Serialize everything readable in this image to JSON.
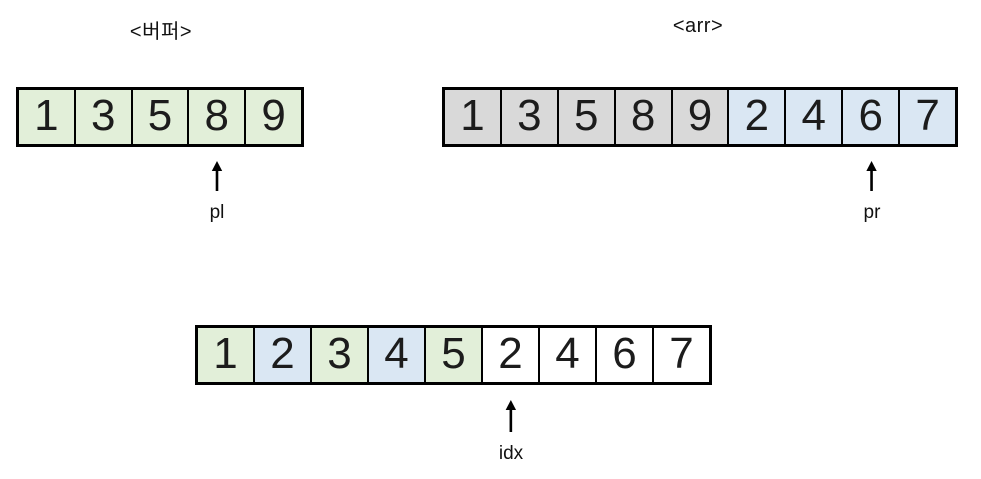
{
  "diagram": {
    "description_labels": {
      "buffer_title": "<버퍼>",
      "arr_title": "<arr>"
    },
    "colors": {
      "green": "#e2efd9",
      "blue": "#dae7f3",
      "gray": "#d9d9d9",
      "white": "#ffffff",
      "border": "#000000",
      "text": "#1c1c1c"
    },
    "arrays": {
      "buffer": {
        "title": "<버퍼>",
        "cells": [
          {
            "value": "1",
            "color": "green"
          },
          {
            "value": "3",
            "color": "green"
          },
          {
            "value": "5",
            "color": "green"
          },
          {
            "value": "8",
            "color": "green"
          },
          {
            "value": "9",
            "color": "green"
          }
        ],
        "pointer": {
          "label": "pl",
          "cell_index": 3,
          "points_at_value": "8"
        }
      },
      "arr": {
        "title": "<arr>",
        "cells": [
          {
            "value": "1",
            "color": "gray"
          },
          {
            "value": "3",
            "color": "gray"
          },
          {
            "value": "5",
            "color": "gray"
          },
          {
            "value": "8",
            "color": "gray"
          },
          {
            "value": "9",
            "color": "gray"
          },
          {
            "value": "2",
            "color": "blue"
          },
          {
            "value": "4",
            "color": "blue"
          },
          {
            "value": "6",
            "color": "blue"
          },
          {
            "value": "7",
            "color": "blue"
          }
        ],
        "pointer": {
          "label": "pr",
          "cell_index": 7,
          "points_at_value": "6"
        }
      },
      "merged": {
        "cells": [
          {
            "value": "1",
            "color": "green"
          },
          {
            "value": "2",
            "color": "blue"
          },
          {
            "value": "3",
            "color": "green"
          },
          {
            "value": "4",
            "color": "blue"
          },
          {
            "value": "5",
            "color": "green"
          },
          {
            "value": "2",
            "color": "white"
          },
          {
            "value": "4",
            "color": "white"
          },
          {
            "value": "6",
            "color": "white"
          },
          {
            "value": "7",
            "color": "white"
          }
        ],
        "pointer": {
          "label": "idx",
          "cell_index": 5,
          "points_at_value": "2"
        }
      }
    }
  }
}
